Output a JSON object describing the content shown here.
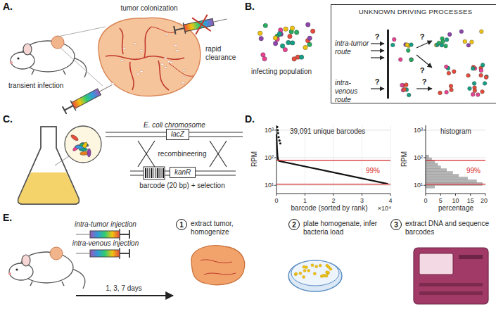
{
  "diagram": {
    "nodes": [
      {
        "text": [
          "UNKNOWN DRIVING PROCESSES"
        ]
      },
      {
        "text": [
          "lacZ"
        ]
      },
      {
        "text": [
          "kanR"
        ]
      },
      {
        "text": [
          "1"
        ]
      },
      {
        "text": [
          "2"
        ]
      },
      {
        "text": [
          "3"
        ]
      }
    ],
    "labels": [
      "A.",
      "tumor colonization",
      "transient infection",
      "rapid clearance",
      "B.",
      "infecting population",
      "intra-tumor route",
      "intra-venous route",
      "?",
      "?",
      "?",
      "?",
      "?",
      "C.",
      "E. coli chromosome",
      "recombineering",
      "barcode (20 bp) + selection",
      "D.",
      "RPM",
      "RPM",
      "10³",
      "10²",
      "10¹",
      "10³",
      "10²",
      "10¹",
      "0",
      "1",
      "2",
      "3",
      "4",
      "×10⁴",
      "39,091 unique barcodes",
      "99%",
      "barcode (sorted by rank)",
      "histogram",
      "99%",
      "0",
      "5",
      "10",
      "15",
      "20",
      "percentage",
      "E.",
      "intra-tumor injection",
      "intra-venous injection",
      "1, 3, 7 days",
      "extract tumor, homogenize",
      "plate homogenate, infer bacteria load",
      "extract DNA and sequence barcodes"
    ]
  }
}
